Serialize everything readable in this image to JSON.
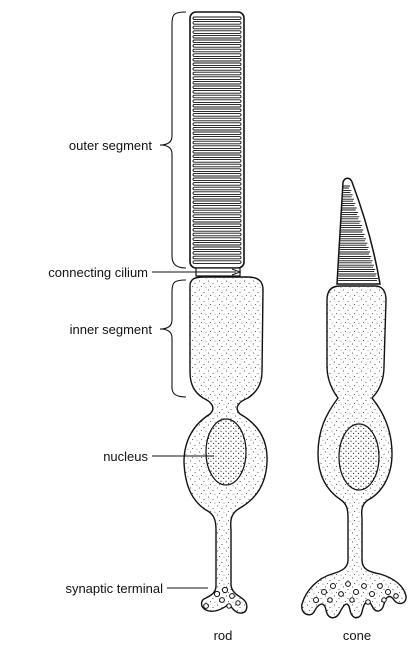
{
  "labels": {
    "outer_segment": "outer segment",
    "connecting_cilium": "connecting cilium",
    "inner_segment": "inner segment",
    "nucleus": "nucleus",
    "synaptic_terminal": "synaptic terminal"
  },
  "cells": {
    "rod": "rod",
    "cone": "cone"
  }
}
